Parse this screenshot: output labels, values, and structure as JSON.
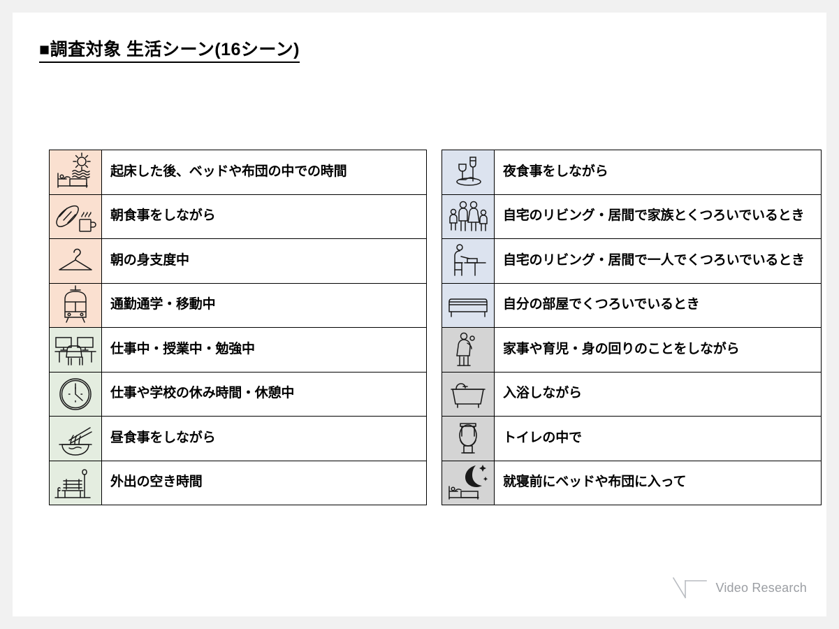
{
  "title": "■調査対象 生活シーン(16シーン)",
  "colors": {
    "icon_bg_morning": "#FAE0D0",
    "icon_bg_daytime": "#E4EDE0",
    "icon_bg_evening": "#DCE3EF",
    "icon_bg_night": "#D4D4D4",
    "border": "#000000",
    "slide_bg": "#FFFFFF",
    "page_bg": "#F1F1F1",
    "logo_text": "#9B9EA3"
  },
  "left_column": [
    {
      "icon": "sunrise-bed-icon",
      "label": "起床した後、ベッドや布団の中での時間",
      "bg": "#FAE0D0"
    },
    {
      "icon": "bread-coffee-icon",
      "label": "朝食事をしながら",
      "bg": "#FAE0D0"
    },
    {
      "icon": "hanger-icon",
      "label": "朝の身支度中",
      "bg": "#FAE0D0"
    },
    {
      "icon": "train-icon",
      "label": "通勤通学・移動中",
      "bg": "#FAE0D0"
    },
    {
      "icon": "desk-monitor-icon",
      "label": "仕事中・授業中・勉強中",
      "bg": "#E4EDE0"
    },
    {
      "icon": "clock-icon",
      "label": "仕事や学校の休み時間・休憩中",
      "bg": "#E4EDE0"
    },
    {
      "icon": "noodle-bowl-icon",
      "label": "昼食事をしながら",
      "bg": "#E4EDE0"
    },
    {
      "icon": "park-bench-icon",
      "label": "外出の空き時間",
      "bg": "#E4EDE0"
    }
  ],
  "right_column": [
    {
      "icon": "wine-dinner-icon",
      "label": "夜食事をしながら",
      "bg": "#DCE3EF"
    },
    {
      "icon": "family-icon",
      "label": "自宅のリビング・居間で家族とくつろいでいるとき",
      "bg": "#DCE3EF"
    },
    {
      "icon": "person-table-icon",
      "label": "自宅のリビング・居間で一人でくつろいでいるとき",
      "bg": "#DCE3EF"
    },
    {
      "icon": "sofa-icon",
      "label": "自分の部屋でくつろいでいるとき",
      "bg": "#DCE3EF"
    },
    {
      "icon": "housework-icon",
      "label": "家事や育児・身の回りのことをしながら",
      "bg": "#D4D4D4"
    },
    {
      "icon": "bathtub-icon",
      "label": "入浴しながら",
      "bg": "#D4D4D4"
    },
    {
      "icon": "toilet-icon",
      "label": "トイレの中で",
      "bg": "#D4D4D4"
    },
    {
      "icon": "moon-bed-icon",
      "label": "就寝前にベッドや布団に入って",
      "bg": "#D4D4D4"
    }
  ],
  "logo": {
    "mark": "video-research-logo-mark",
    "text": "Video Research"
  }
}
